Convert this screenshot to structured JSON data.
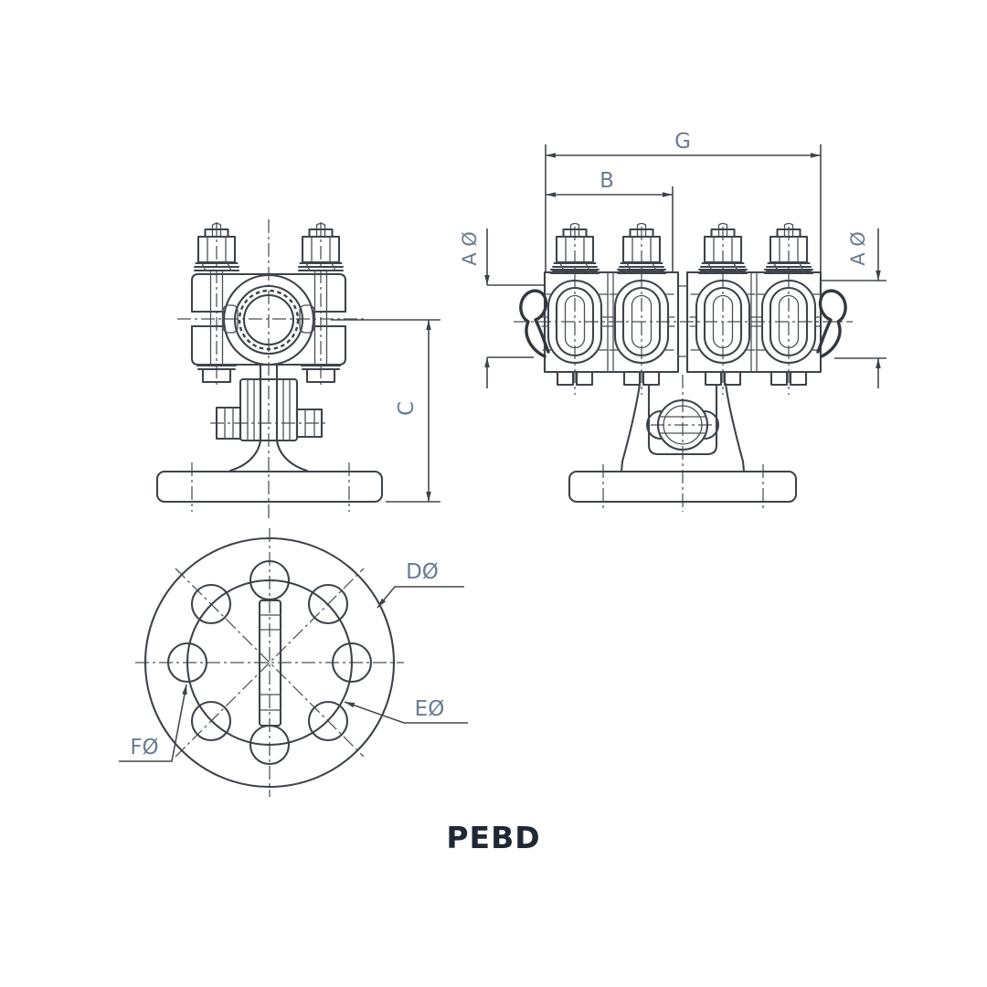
{
  "title": "PEBD",
  "drawing": {
    "front_view": {
      "dim_g": "G",
      "dim_b": "B",
      "dim_a_left": "A Ø",
      "dim_a_right": "A Ø"
    },
    "side_view": {
      "dim_c": "C"
    },
    "plan_view": {
      "dim_d": "DØ",
      "dim_e": "EØ",
      "dim_f": "FØ"
    }
  },
  "colors": {
    "ink": "#3e444b",
    "dimension_label": "#6a7c90",
    "title_text": "#202836",
    "background": "#ffffff"
  }
}
